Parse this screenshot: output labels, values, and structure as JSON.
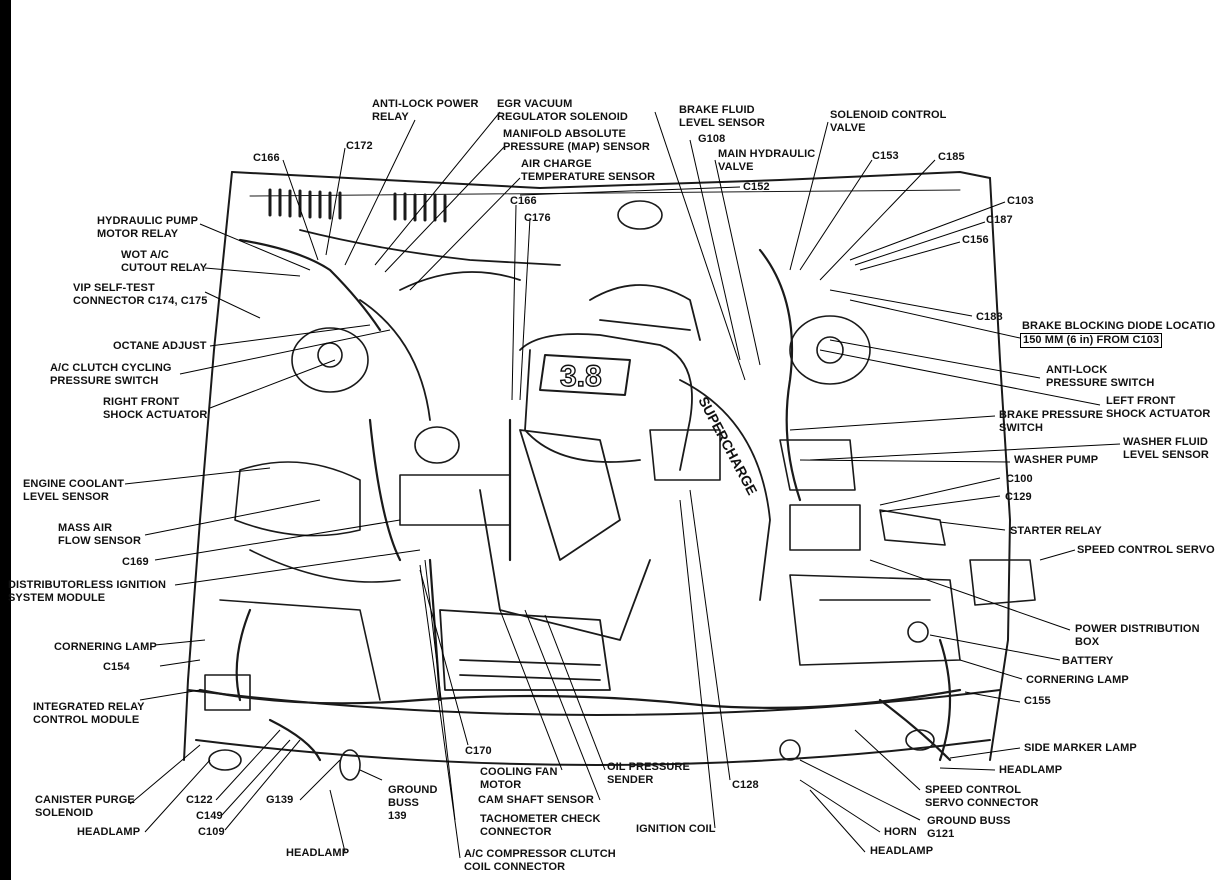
{
  "diagram": {
    "labels": {
      "anti_lock_power_relay": "ANTI-LOCK POWER\nRELAY",
      "egr_vacuum_solenoid": "EGR VACUUM\nREGULATOR SOLENOID",
      "map_sensor": "MANIFOLD ABSOLUTE\nPRESSURE (MAP) SENSOR",
      "air_charge_temp_sensor": "AIR CHARGE\nTEMPERATURE SENSOR",
      "brake_fluid_level_sensor": "BRAKE FLUID\nLEVEL SENSOR",
      "g108": "G108",
      "main_hydraulic_valve": "MAIN HYDRAULIC\nVALVE",
      "solenoid_control_valve": "SOLENOID CONTROL\nVALVE",
      "c166_top": "C166",
      "c172": "C172",
      "c153": "C153",
      "c185": "C185",
      "c152": "C152",
      "c166_mid": "C166",
      "c176": "C176",
      "c103": "C103",
      "c187": "C187",
      "c156": "C156",
      "hydraulic_pump_motor_relay": "HYDRAULIC PUMP\nMOTOR RELAY",
      "wot_ac_cutout_relay": "WOT A/C\nCUTOUT RELAY",
      "vip_self_test": "VIP SELF-TEST\nCONNECTOR C174, C175",
      "octane_adjust": "OCTANE ADJUST",
      "ac_clutch_cycling": "A/C CLUTCH CYCLING\nPRESSURE SWITCH",
      "right_front_shock": "RIGHT FRONT\nSHOCK ACTUATOR",
      "c188": "C188",
      "brake_blocking_diode_title": "BRAKE BLOCKING DIODE LOCATION",
      "brake_blocking_diode_box": "150 MM (6 in) FROM C103",
      "anti_lock_pressure_switch": "ANTI-LOCK\nPRESSURE SWITCH",
      "left_front_shock": "LEFT FRONT\nSHOCK ACTUATOR",
      "brake_pressure_switch": "BRAKE PRESSURE\nSWITCH",
      "washer_fluid_level_sensor": "WASHER FLUID\nLEVEL SENSOR",
      "washer_pump": "WASHER PUMP",
      "c100": "C100",
      "c129": "C129",
      "starter_relay": "STARTER RELAY",
      "speed_control_servo": "SPEED CONTROL SERVO",
      "engine_coolant_level_sensor": "ENGINE COOLANT\nLEVEL SENSOR",
      "mass_air_flow_sensor": "MASS AIR\nFLOW SENSOR",
      "c169": "C169",
      "dis_module": "DISTRIBUTORLESS IGNITION\nSYSTEM MODULE",
      "power_distribution_box": "POWER DISTRIBUTION\nBOX",
      "battery": "BATTERY",
      "cornering_lamp_left": "CORNERING LAMP",
      "c154": "C154",
      "cornering_lamp_right": "CORNERING LAMP",
      "integrated_relay_control_module": "INTEGRATED RELAY\nCONTROL MODULE",
      "c155": "C155",
      "side_marker_lamp": "SIDE MARKER LAMP",
      "headlamp_right_upper": "HEADLAMP",
      "c170": "C170",
      "cooling_fan_motor": "COOLING FAN\nMOTOR",
      "oil_pressure_sender": "OIL PRESSURE\nSENDER",
      "c128": "C128",
      "speed_control_servo_connector": "SPEED CONTROL\nSERVO CONNECTOR",
      "canister_purge_solenoid": "CANISTER PURGE\nSOLENOID",
      "c122": "C122",
      "g139": "G139",
      "ground_buss_139": "GROUND\nBUSS\n139",
      "cam_shaft_sensor": "CAM SHAFT SENSOR",
      "ground_buss_g121": "GROUND BUSS\nG121",
      "c149": "C149",
      "tachometer_check_connector": "TACHOMETER CHECK\nCONNECTOR",
      "headlamp_left_bottom": "HEADLAMP",
      "c109": "C109",
      "ignition_coil": "IGNITION COIL",
      "horn": "HORN",
      "headlamp_right_bottom": "HEADLAMP",
      "headlamp_center_bottom": "HEADLAMP",
      "ac_compressor_clutch_coil": "A/C COMPRESSOR CLUTCH\nCOIL CONNECTOR"
    },
    "emblem_text": "3.8",
    "supercharge_text": "SUPERCHARGE"
  }
}
